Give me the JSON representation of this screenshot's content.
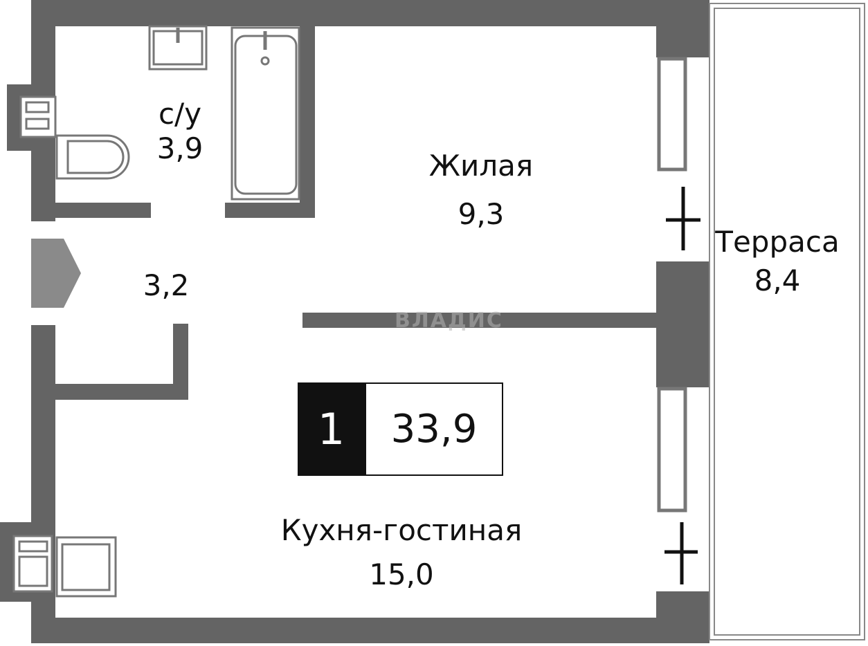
{
  "rooms": {
    "bathroom": {
      "name": "с/у",
      "area": "3,9"
    },
    "living": {
      "name": "Жилая",
      "area": "9,3"
    },
    "hall": {
      "area": "3,2"
    },
    "terrace": {
      "name": "Терраса",
      "area": "8,4"
    },
    "kitchen": {
      "name": "Кухня-гостиная",
      "area": "15,0"
    }
  },
  "badge": {
    "rooms": "1",
    "total_area": "33,9"
  },
  "watermark": "ВЛАДИС",
  "colors": {
    "wall": "#646464",
    "text": "#111111",
    "background": "#ffffff"
  }
}
